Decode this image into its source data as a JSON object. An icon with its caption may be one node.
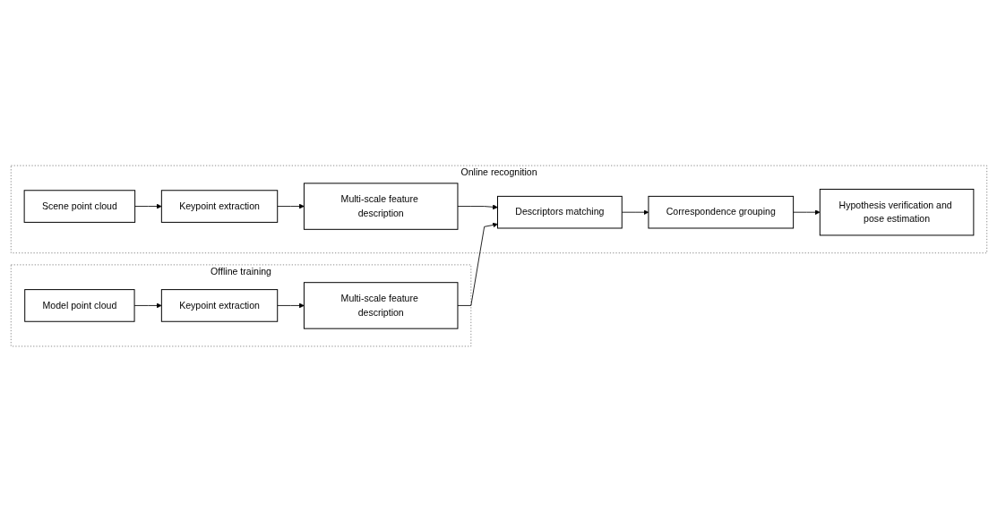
{
  "diagram": {
    "nodes": [
      {
        "text": [
          "Online recognition"
        ]
      },
      {
        "text": [
          "Scene point cloud"
        ],
        "in": 0
      },
      {
        "text": [
          "Keypoint extraction"
        ],
        "in": 0
      },
      {
        "text": [
          "Multi-scale feature description"
        ],
        "in": 0
      },
      {
        "text": [
          "Descriptors matching"
        ],
        "in": 0
      },
      {
        "text": [
          "Correspondence grouping"
        ],
        "in": 0
      },
      {
        "text": [
          "Hypothesis verification and pose estimation"
        ],
        "in": 0
      },
      {
        "text": [
          "Offline training"
        ]
      },
      {
        "text": [
          "Model point cloud"
        ],
        "in": 7
      },
      {
        "text": [
          "Keypoint extraction"
        ],
        "in": 7
      },
      {
        "text": [
          "Multi-scale feature description"
        ],
        "in": 7
      }
    ],
    "edges": [
      {
        "from": 1,
        "to": 2,
        "arrow": "to"
      },
      {
        "from": 2,
        "to": 3,
        "arrow": "to"
      },
      {
        "from": 3,
        "to": 4,
        "arrow": "to"
      },
      {
        "from": 4,
        "to": 5,
        "arrow": "to"
      },
      {
        "from": 5,
        "to": 6,
        "arrow": "to"
      },
      {
        "from": 8,
        "to": 9,
        "arrow": "to"
      },
      {
        "from": 9,
        "to": 10,
        "arrow": "to"
      },
      {
        "from": 10,
        "to": 4,
        "arrow": "to"
      }
    ]
  }
}
